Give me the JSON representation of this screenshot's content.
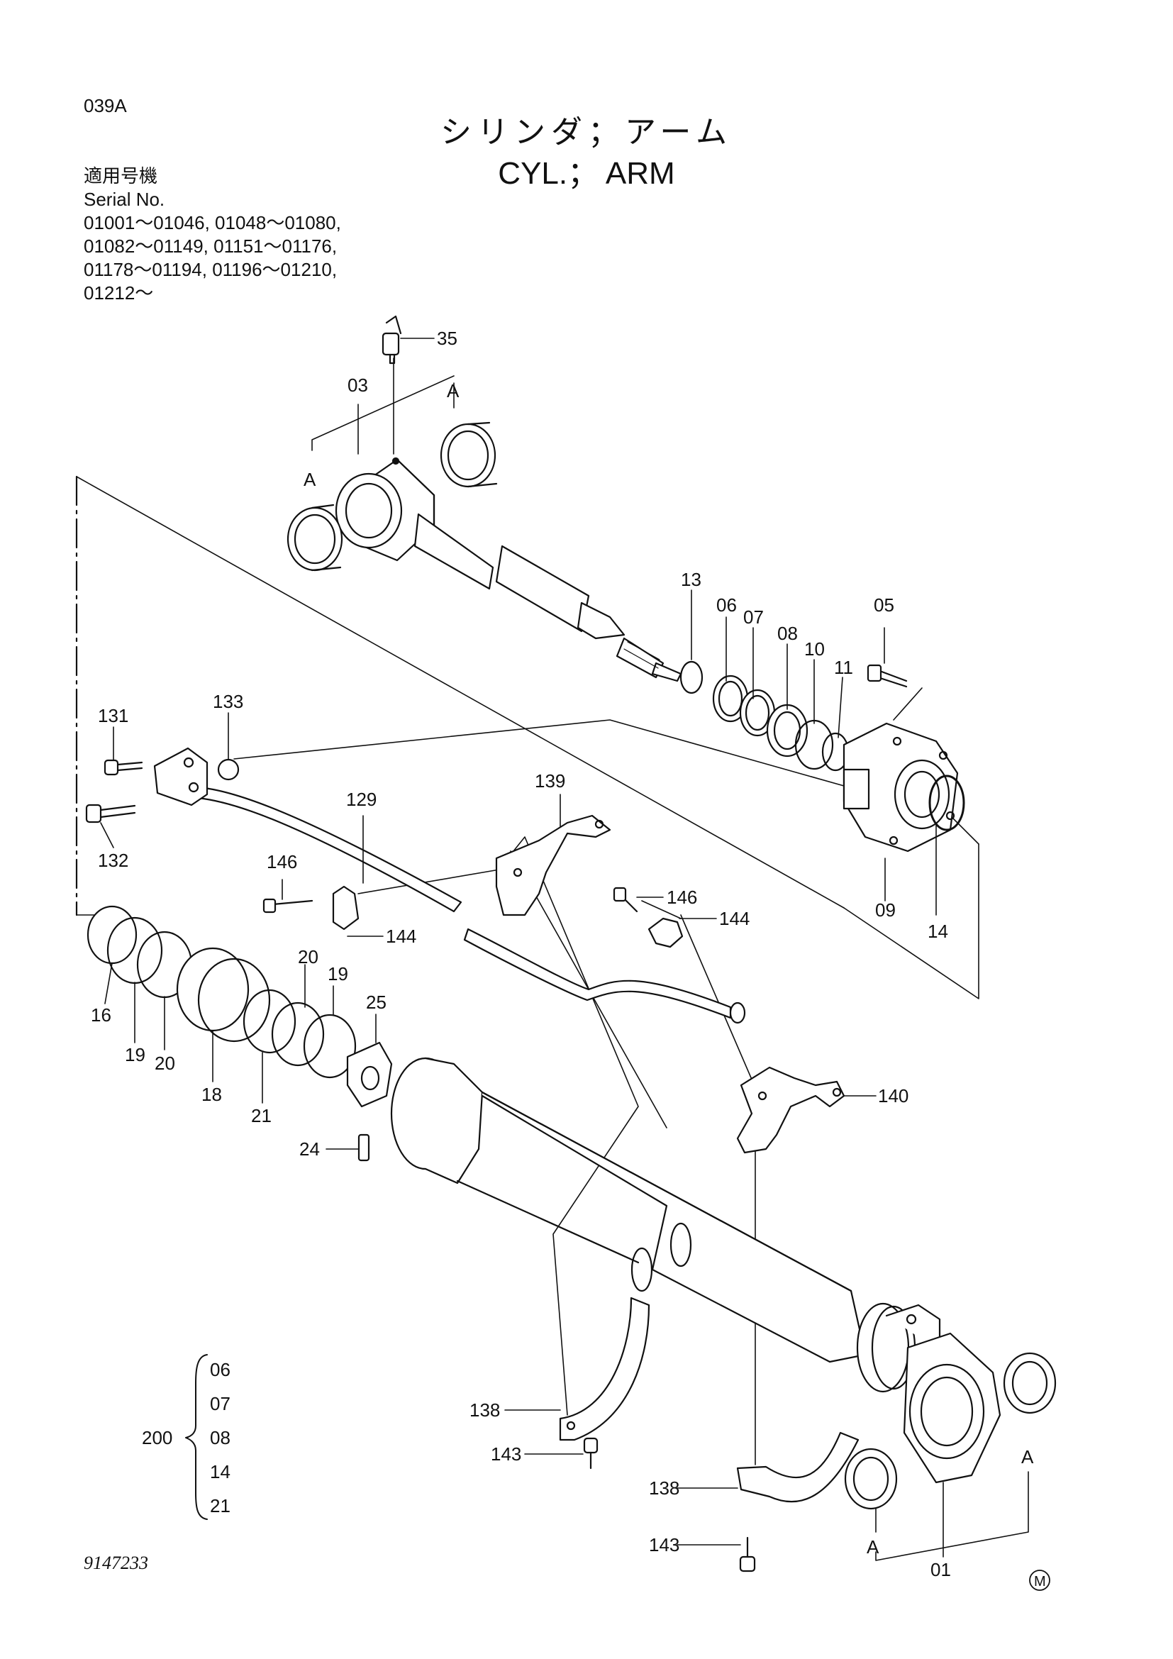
{
  "page_code": "039A",
  "title_jp": "シリンダ；アーム",
  "title_en": "CYL.； ARM",
  "serial": {
    "label_jp": "適用号機",
    "label_en": "Serial No.",
    "lines": [
      "01001～01046, 01048～01080,",
      "01082～01149, 01151～01176,",
      "01178～01194, 01196～01210,",
      "01212～"
    ]
  },
  "part_labels": {
    "p35": "35",
    "p03": "03",
    "pA_top_right": "A",
    "pA_top_left": "A",
    "p13": "13",
    "p06": "06",
    "p07": "07",
    "p08": "08",
    "p10": "10",
    "p11": "11",
    "p05": "05",
    "p131": "131",
    "p133": "133",
    "p132": "132",
    "p129": "129",
    "p139": "139",
    "p146_left": "146",
    "p144_left": "144",
    "p146_right": "146",
    "p144_right": "144",
    "p09": "09",
    "p14": "14",
    "p16": "16",
    "p19_left": "19",
    "p20_left": "20",
    "p18": "18",
    "p21": "21",
    "p20_right": "20",
    "p19_right": "19",
    "p25": "25",
    "p24": "24",
    "p140": "140",
    "p138_left": "138",
    "p143_left": "143",
    "p138_right": "138",
    "p143_right": "143",
    "pA_bottom_right": "A",
    "pA_bottom_left": "A",
    "p01": "01"
  },
  "kit": {
    "number": "200",
    "items": [
      "06",
      "07",
      "08",
      "14",
      "21"
    ]
  },
  "drawing_number": "9147233",
  "mark": "M"
}
